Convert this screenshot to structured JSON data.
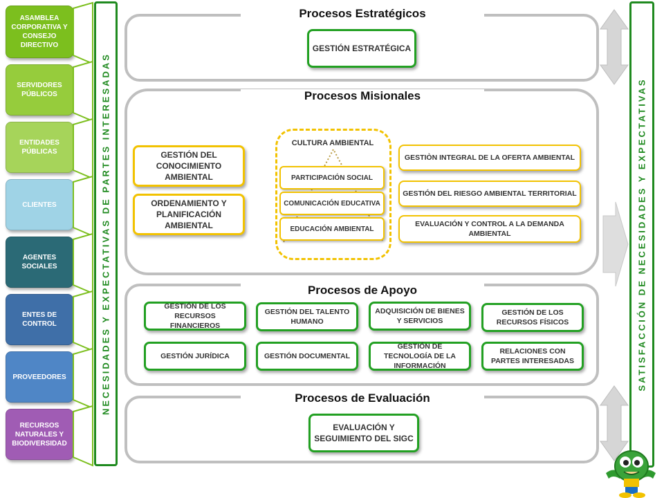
{
  "stakeholders": [
    {
      "label": "ASAMBLEA CORPORATIVA Y CONSEJO DIRECTIVO",
      "color": "#7cbf1e"
    },
    {
      "label": "SERVIDORES PÚBLICOS",
      "color": "#96cc3c"
    },
    {
      "label": "ENTIDADES PÚBLICAS",
      "color": "#a6d45a"
    },
    {
      "label": "CLIENTES",
      "color": "#9fd3e6"
    },
    {
      "label": "AGENTES SOCIALES",
      "color": "#2b6a76"
    },
    {
      "label": "ENTES DE CONTROL",
      "color": "#3f6fa8"
    },
    {
      "label": "PROVEEDORES",
      "color": "#4f86c6"
    },
    {
      "label": "RECURSOS NATURALES Y BIODIVERSIDAD",
      "color": "#a05cb4"
    }
  ],
  "left_bar_text": "NECESIDADES Y EXPECTATIVAS DE PARTES INTERESADAS",
  "right_bar_text": "SATISFACCIÓN DE NECESIDADES Y EXPECTATIVAS",
  "strategic": {
    "title": "Procesos Estratégicos",
    "box": "GESTIÓN ESTRATÉGICA"
  },
  "missional": {
    "title": "Procesos Misionales",
    "left_boxes": [
      "GESTIÓN DEL CONOCIMIENTO AMBIENTAL",
      "ORDENAMIENTO Y PLANIFICACIÓN AMBIENTAL"
    ],
    "culture": {
      "title": "CULTURA AMBIENTAL",
      "items": [
        "PARTICIPACIÓN SOCIAL",
        "COMUNICACIÓN EDUCATIVA",
        "EDUCACIÓN AMBIENTAL"
      ]
    },
    "right_boxes": [
      "GESTIÒN INTEGRAL DE LA OFERTA AMBIENTAL",
      "GESTIÓN DEL RIESGO AMBIENTAL TERRITORIAL",
      "EVALUACIÓN Y CONTROL A LA DEMANDA AMBIENTAL"
    ]
  },
  "support": {
    "title": "Procesos de Apoyo",
    "row1": [
      "GESTIÓN DE LOS RECURSOS FINANCIEROS",
      "GESTIÓN DEL TALENTO HUMANO",
      "ADQUISICIÓN DE BIENES Y SERVICIOS",
      "GESTIÓN DE LOS RECURSOS FÍSICOS"
    ],
    "row2": [
      "GESTIÓN JURÍDICA",
      "GESTIÓN DOCUMENTAL",
      "GESTIÓN DE TECNOLOGÍA DE LA INFORMACIÓN",
      "RELACIONES CON PARTES INTERESADAS"
    ]
  },
  "evaluation": {
    "title": "Procesos de Evaluación",
    "box": "EVALUACIÓN Y SEGUIMIENTO DEL SIGC"
  },
  "colors": {
    "green": "#22a022",
    "yellow": "#f2c200",
    "gray": "#bfbfbf"
  },
  "icons": [
    "mascot-icon",
    "arrow-right-icon",
    "double-arrow-icon"
  ]
}
